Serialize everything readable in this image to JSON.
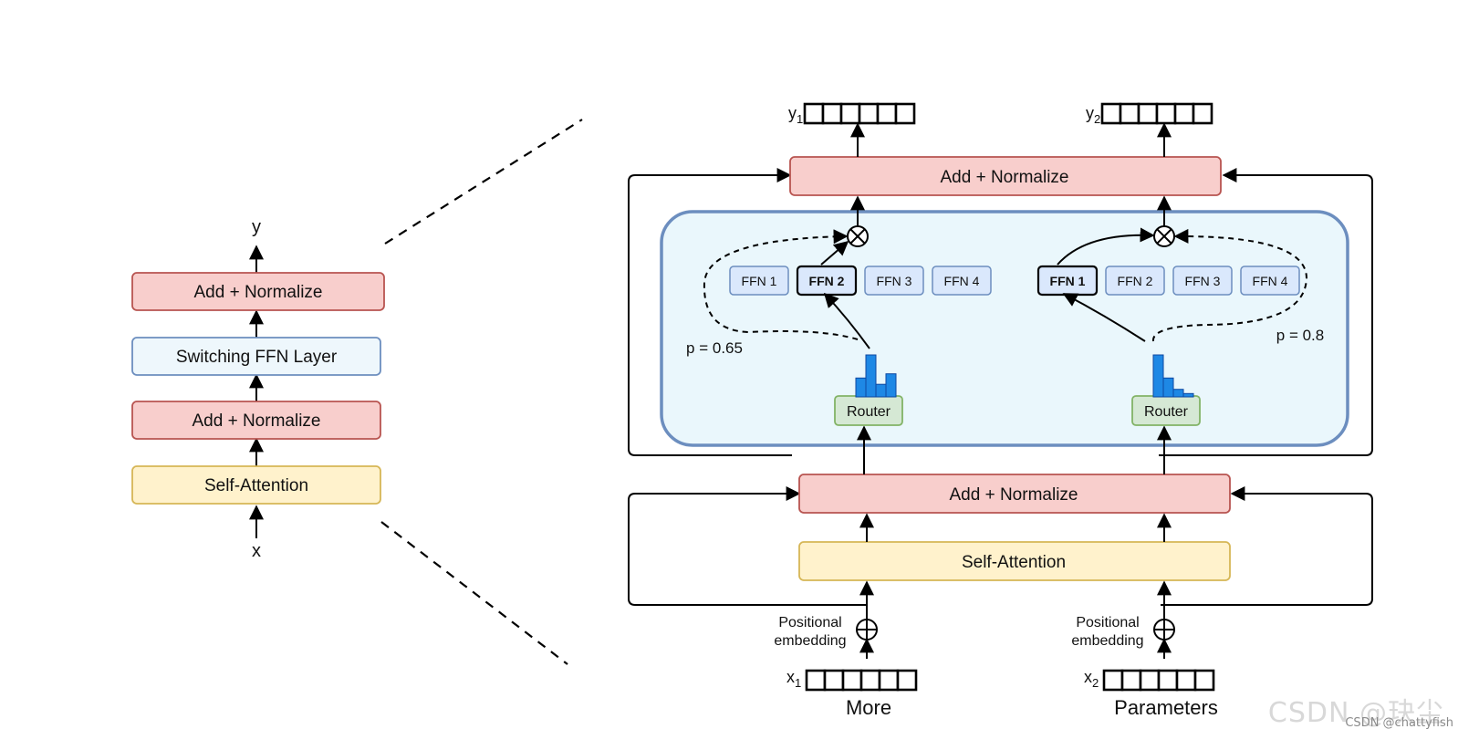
{
  "colors": {
    "norm_fill": "#f8cecc",
    "norm_stroke": "#b85450",
    "attn_fill": "#fff2cc",
    "attn_stroke": "#d6b656",
    "ffn_layer_fill": "#eef7fc",
    "ffn_layer_stroke": "#6c8ebf",
    "ffn_fill": "#dae8fc",
    "ffn_stroke": "#6c8ebf",
    "router_fill": "#d5e8d4",
    "router_stroke": "#82b366",
    "panel_fill": "#eaf7fc",
    "panel_stroke": "#6c8ebf",
    "bar_fill": "#1e88e5",
    "bar_stroke": "#0d47a1"
  },
  "left": {
    "output_label": "y",
    "input_label": "x",
    "add_norm_top": "Add + Normalize",
    "switching_ffn": "Switching FFN Layer",
    "add_norm_bottom": "Add + Normalize",
    "self_attention": "Self-Attention"
  },
  "right": {
    "add_norm_top": "Add + Normalize",
    "add_norm_bottom": "Add + Normalize",
    "self_attention": "Self-Attention",
    "token1": {
      "output": "y",
      "output_sub": "1",
      "input": "x",
      "input_sub": "1",
      "word": "More",
      "positional": [
        "Positional",
        "embedding"
      ],
      "router": "Router",
      "prob": "p = 0.65",
      "experts": [
        "FFN 1",
        "FFN 2",
        "FFN 3",
        "FFN 4"
      ],
      "selected": 1,
      "histogram": [
        0.45,
        1.0,
        0.3,
        0.55
      ]
    },
    "token2": {
      "output": "y",
      "output_sub": "2",
      "input": "x",
      "input_sub": "2",
      "word": "Parameters",
      "positional": [
        "Positional",
        "embedding"
      ],
      "router": "Router",
      "prob": "p = 0.8",
      "experts": [
        "FFN 1",
        "FFN 2",
        "FFN 3",
        "FFN 4"
      ],
      "selected": 0,
      "histogram": [
        1.0,
        0.45,
        0.18,
        0.08
      ]
    }
  },
  "watermark": {
    "main": "CSDN @玦尘",
    "sub": "CSDN @chattyfish"
  }
}
